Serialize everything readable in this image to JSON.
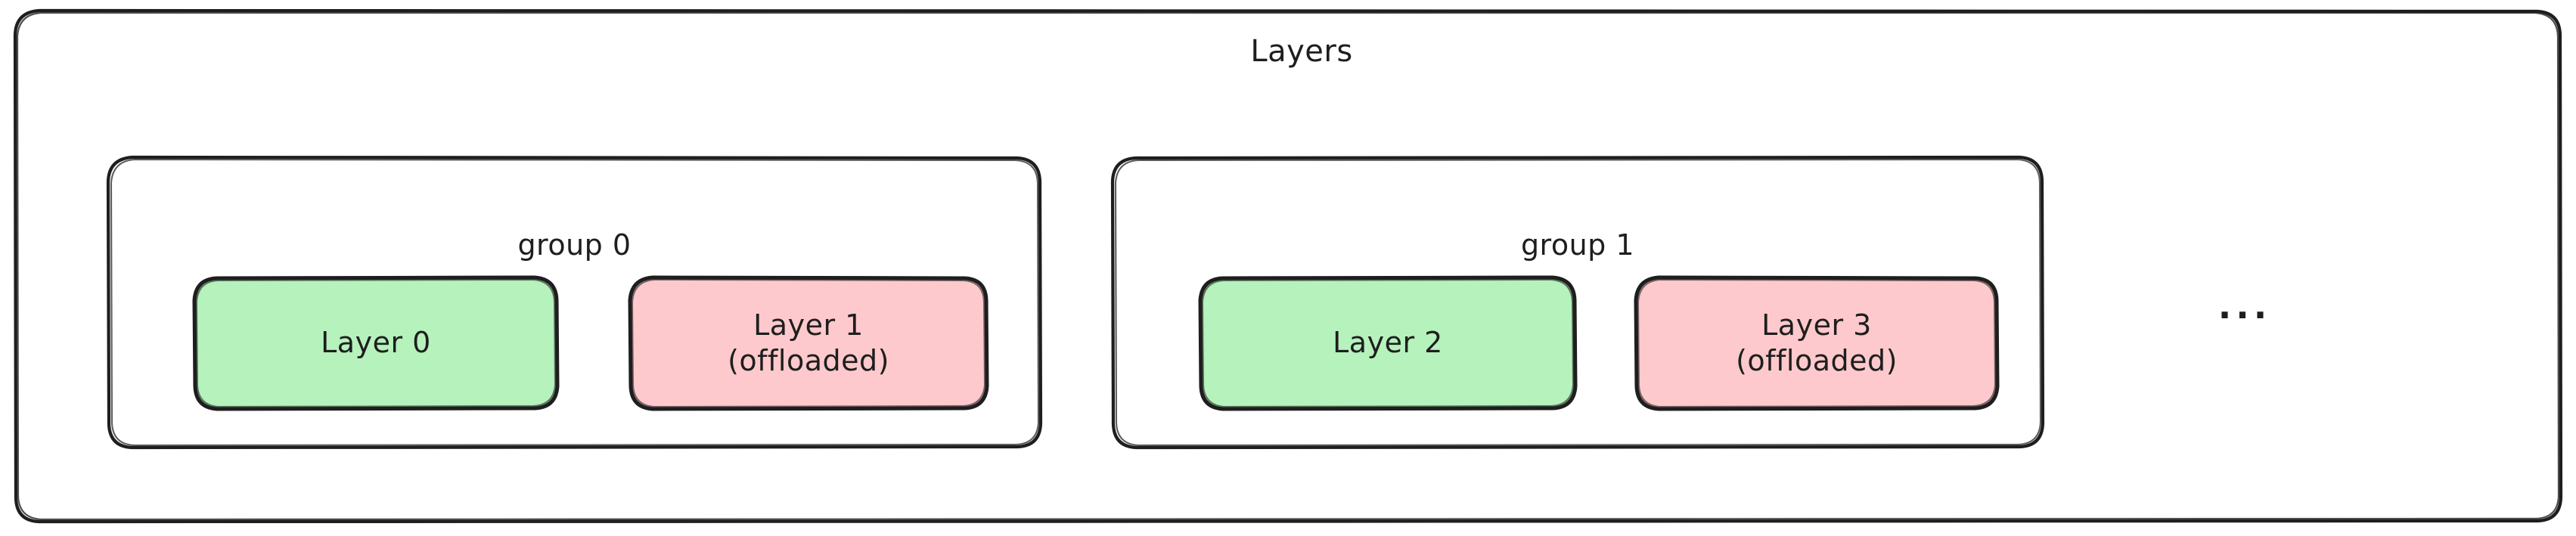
{
  "diagram": {
    "title": "Layers",
    "style": {
      "stroke_color": "#1e1e1e",
      "background_color": "#ffffff",
      "green_fill": "#b5f2bc",
      "pink_fill": "#fdc9cc"
    },
    "groups": [
      {
        "id": "group-0",
        "label": "group 0",
        "layers": [
          {
            "id": "layer-0",
            "label": "Layer 0",
            "state": "resident",
            "fill": "#b5f2bc"
          },
          {
            "id": "layer-1",
            "label": "Layer 1\n(offloaded)",
            "state": "offloaded",
            "fill": "#fdc9cc"
          }
        ]
      },
      {
        "id": "group-1",
        "label": "group 1",
        "layers": [
          {
            "id": "layer-2",
            "label": "Layer 2",
            "state": "resident",
            "fill": "#b5f2bc"
          },
          {
            "id": "layer-3",
            "label": "Layer 3\n(offloaded)",
            "state": "offloaded",
            "fill": "#fdc9cc"
          }
        ]
      }
    ],
    "continuation": "..."
  }
}
